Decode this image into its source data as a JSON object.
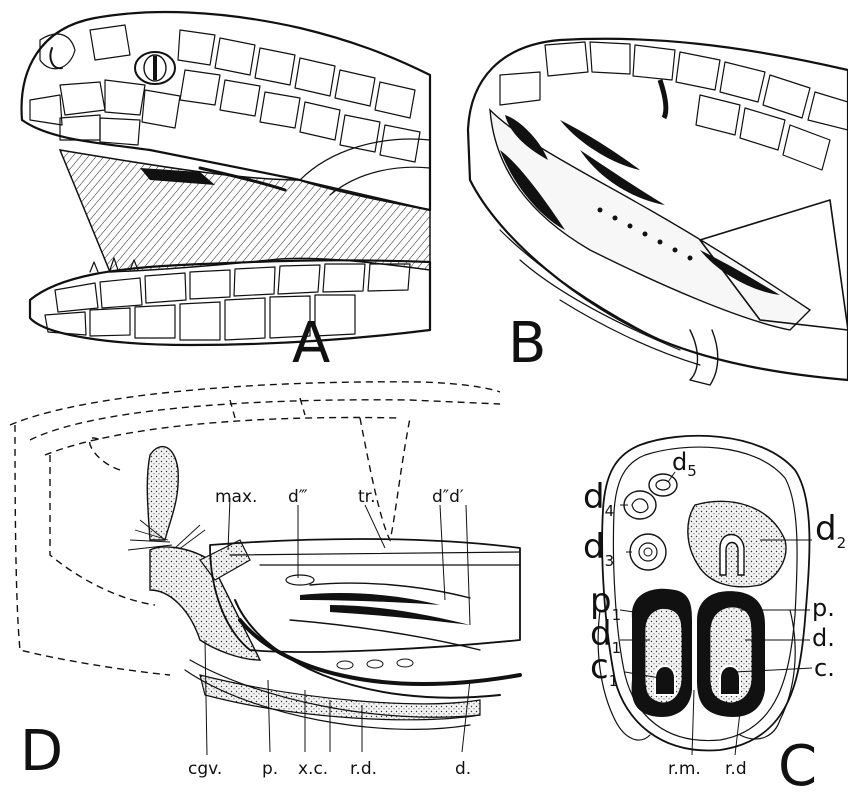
{
  "panels": {
    "a": {
      "letter": "A"
    },
    "b": {
      "letter": "B"
    },
    "c": {
      "letter": "C"
    },
    "d": {
      "letter": "D"
    }
  },
  "labels_d": {
    "max": "max.",
    "d3": "d‴",
    "tr": "tr.",
    "d2d1": "d″d′",
    "cgv": "cgv.",
    "p": "p.",
    "xc": "x.c.",
    "rd": "r.d.",
    "d": "d."
  },
  "labels_c": {
    "d5": "d",
    "d5_sub": "5",
    "d4": "d",
    "d4_sub": "4",
    "d2": "d",
    "d2_sub": "2",
    "d3": "d",
    "d3_sub": "3",
    "p1": "p",
    "p1_sub": "1",
    "p": "p.",
    "d1": "d",
    "d1_sub": "1",
    "d": "d.",
    "c1": "c",
    "c1_sub": "1",
    "c": "c.",
    "rm": "r.m.",
    "rd": "r.d"
  }
}
